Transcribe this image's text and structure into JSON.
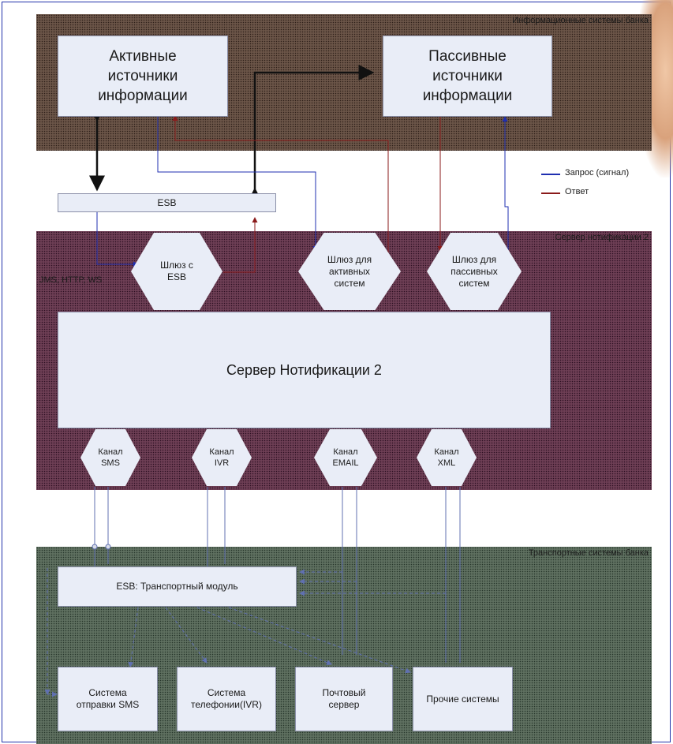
{
  "regions": {
    "bank_info_systems": "Информационные системы банка",
    "notification_server": "Сервер нотификации 2",
    "transport_systems": "Транспортные системы банка"
  },
  "boxes": {
    "active_sources": "Активные\nисточники\nинформации",
    "passive_sources": "Пассивные\nисточники\nинформации",
    "esb": "ESB",
    "notification_server_main": "Сервер Нотификации 2",
    "esb_transport": "ESB: Транспортный модуль",
    "sms_system": "Система\nотправки SMS",
    "ivr_system": "Система\nтелефонии(IVR)",
    "mail_server": "Почтовый\nсервер",
    "other_systems": "Прочие системы"
  },
  "gateways": {
    "esb_gateway": "Шлюз с\nESB",
    "active_gateway": "Шлюз для\nактивных\nсистем",
    "passive_gateway": "Шлюз для\nпассивных\nсистем"
  },
  "channels": {
    "sms": "Канал\nSMS",
    "ivr": "Канал\nIVR",
    "email": "Канал\nEMAIL",
    "xml": "Канал\nXML"
  },
  "protocol_label": "JMS, HTTP, WS",
  "legend": {
    "request": "Запрос (сигнал)",
    "response": "Ответ",
    "request_color": "#1f2fb0",
    "response_color": "#8a1a1a"
  }
}
